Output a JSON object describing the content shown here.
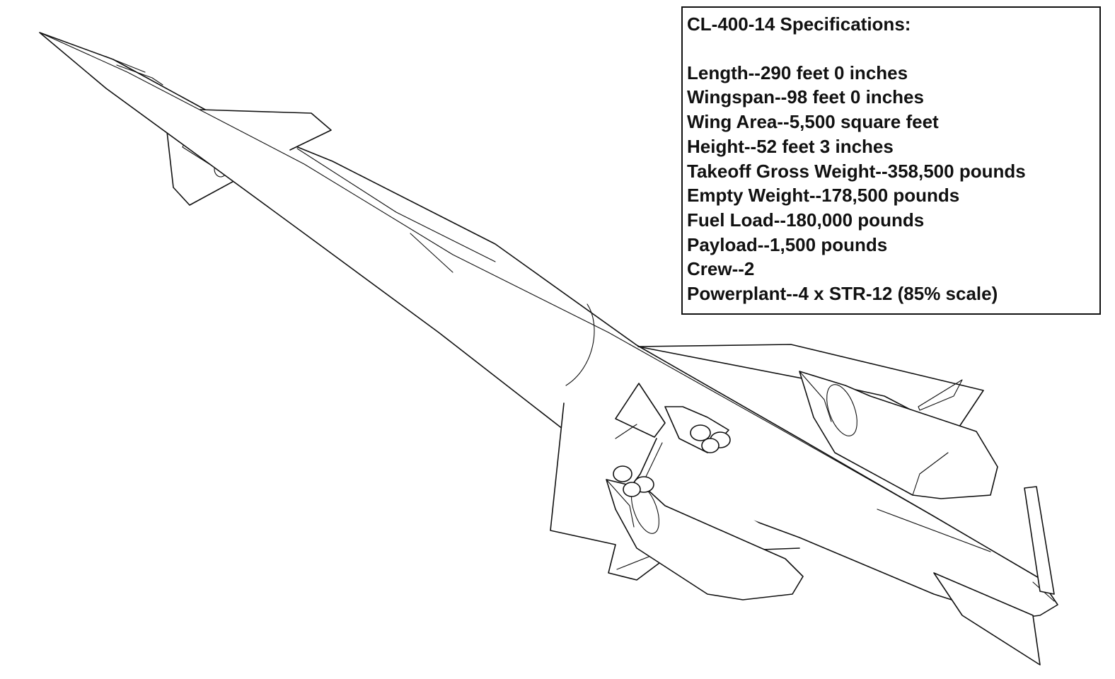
{
  "specs": {
    "title": "CL-400-14 Specifications:",
    "items": [
      "Length--290 feet 0 inches",
      "Wingspan--98 feet 0 inches",
      "Wing Area--5,500 square feet",
      "Height--52 feet 3 inches",
      "Takeoff Gross Weight--358,500 pounds",
      "Empty Weight--178,500 pounds",
      "Fuel Load--180,000 pounds",
      "Payload--1,500 pounds",
      "Crew--2",
      "Powerplant--4 x STR-12 (85% scale)"
    ]
  }
}
